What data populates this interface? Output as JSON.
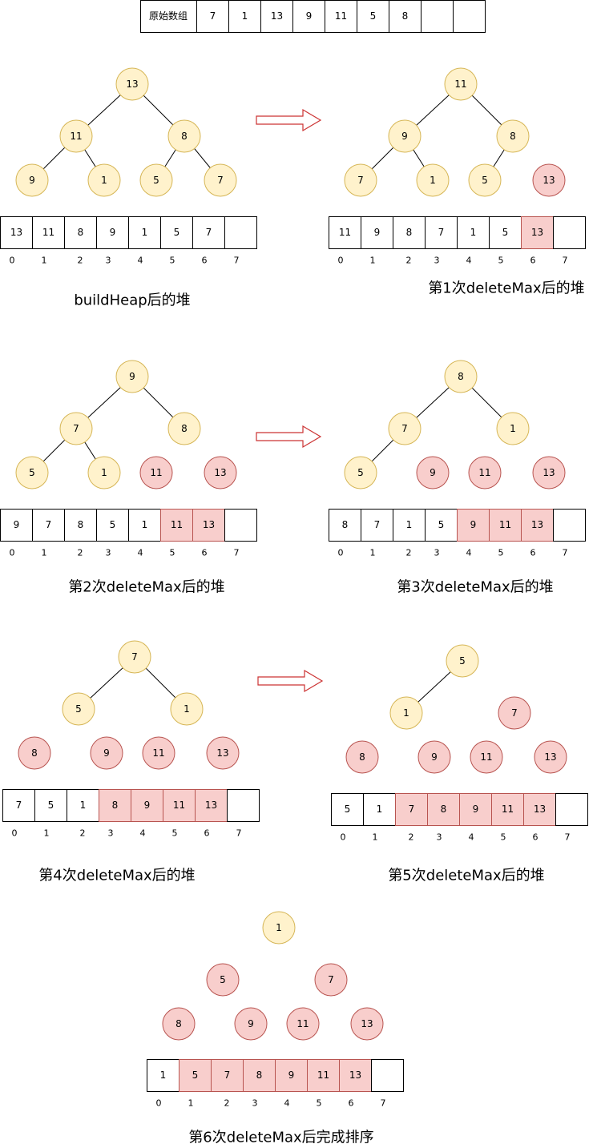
{
  "colors": {
    "heap_fill": "#fff2cc",
    "heap_stroke": "#d6b656",
    "sorted_fill": "#f8cecc",
    "sorted_stroke": "#b85450",
    "arrow_stroke": "#cc3333",
    "line": "#000000"
  },
  "original": {
    "label": "原始数组",
    "values": [
      "7",
      "1",
      "13",
      "9",
      "11",
      "5",
      "8",
      "",
      ""
    ]
  },
  "indices": [
    "0",
    "1",
    "2",
    "3",
    "4",
    "5",
    "6",
    "7"
  ],
  "states": [
    {
      "caption": "buildHeap后的堆",
      "nodes": [
        "13",
        "11",
        "8",
        "9",
        "1",
        "5",
        "7"
      ],
      "heap_size": 7,
      "array": [
        "13",
        "11",
        "8",
        "9",
        "1",
        "5",
        "7",
        ""
      ]
    },
    {
      "caption": "第1次deleteMax后的堆",
      "nodes": [
        "11",
        "9",
        "8",
        "7",
        "1",
        "5",
        "13"
      ],
      "heap_size": 6,
      "array": [
        "11",
        "9",
        "8",
        "7",
        "1",
        "5",
        "13",
        ""
      ]
    },
    {
      "caption": "第2次deleteMax后的堆",
      "nodes": [
        "9",
        "7",
        "8",
        "5",
        "1",
        "11",
        "13"
      ],
      "heap_size": 5,
      "array": [
        "9",
        "7",
        "8",
        "5",
        "1",
        "11",
        "13",
        ""
      ]
    },
    {
      "caption": "第3次deleteMax后的堆",
      "nodes": [
        "8",
        "7",
        "1",
        "5",
        "9",
        "11",
        "13"
      ],
      "heap_size": 4,
      "array": [
        "8",
        "7",
        "1",
        "5",
        "9",
        "11",
        "13",
        ""
      ]
    },
    {
      "caption": "第4次deleteMax后的堆",
      "nodes": [
        "7",
        "5",
        "1",
        "8",
        "9",
        "11",
        "13"
      ],
      "heap_size": 3,
      "array": [
        "7",
        "5",
        "1",
        "8",
        "9",
        "11",
        "13",
        ""
      ]
    },
    {
      "caption": "第5次deleteMax后的堆",
      "nodes": [
        "5",
        "1",
        "7",
        "8",
        "9",
        "11",
        "13"
      ],
      "heap_size": 2,
      "array": [
        "5",
        "1",
        "7",
        "8",
        "9",
        "11",
        "13",
        ""
      ]
    },
    {
      "caption": "第6次deleteMax后完成排序",
      "nodes": [
        "1",
        "5",
        "7",
        "8",
        "9",
        "11",
        "13"
      ],
      "heap_size": 1,
      "array": [
        "1",
        "5",
        "7",
        "8",
        "9",
        "11",
        "13",
        ""
      ]
    }
  ]
}
